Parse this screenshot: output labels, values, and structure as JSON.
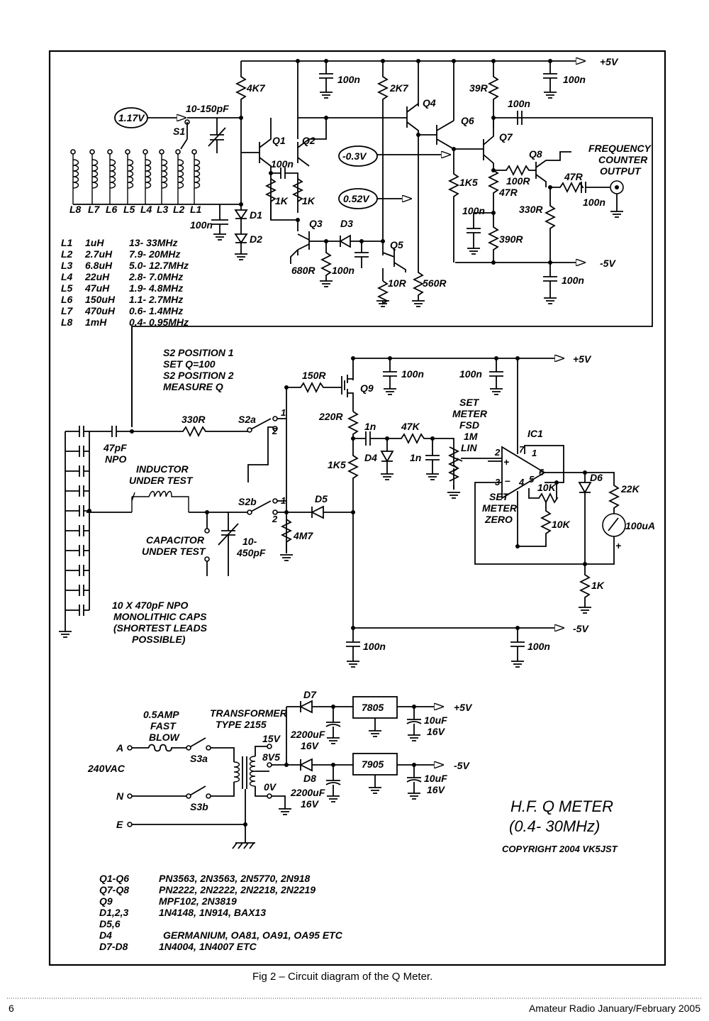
{
  "rails": {
    "p5v_top": "+5V",
    "m5v_top": "-5V",
    "p5v_mid": "+5V",
    "m5v_mid": "-5V",
    "p5v_psu": "+5V",
    "m5v_psu": "-5V"
  },
  "test_points": {
    "tp1": "1.17V",
    "tp2": "-0.3V",
    "tp3": "0.52V"
  },
  "components_top": {
    "r_4k7": "4K7",
    "c_10_150": "10-150pF",
    "s1": "S1",
    "q1": "Q1",
    "q2": "Q2",
    "c_100n_a": "100n",
    "c_100n_b": "100n",
    "c_100n_c": "100n",
    "r_1k_a": "1K",
    "r_1k_b": "1K",
    "d1": "D1",
    "d2": "D2",
    "q3": "Q3",
    "d3": "D3",
    "r_680": "680R",
    "c_100n_d": "100n",
    "r_2k7": "2K7",
    "q4": "Q4",
    "q5": "Q5",
    "r_10": "10R",
    "r_560": "560R",
    "r_39": "39R",
    "q6": "Q6",
    "q7": "Q7",
    "c_100n_e": "100n",
    "r_1k5": "1K5",
    "c_100n_f": "100n",
    "r_47": "47R",
    "r_390": "390R",
    "r_100": "100R",
    "q8": "Q8",
    "r_330": "330R",
    "r_47b": "47R",
    "c_100n_g": "100n",
    "c_100n_h": "100n",
    "c_100n_i": "100n",
    "freq_out_1": "FREQUENCY",
    "freq_out_2": "COUNTER",
    "freq_out_3": "OUTPUT",
    "coils": [
      "L8",
      "L7",
      "L6",
      "L5",
      "L4",
      "L3",
      "L2",
      "L1"
    ]
  },
  "coil_table": [
    {
      "ref": "L1",
      "value": "1uH",
      "range": "13- 33MHz"
    },
    {
      "ref": "L2",
      "value": "2.7uH",
      "range": "7.9- 20MHz"
    },
    {
      "ref": "L3",
      "value": "6.8uH",
      "range": "5.0- 12.7MHz"
    },
    {
      "ref": "L4",
      "value": "22uH",
      "range": "2.8- 7.0MHz"
    },
    {
      "ref": "L5",
      "value": "47uH",
      "range": "1.9- 4.8MHz"
    },
    {
      "ref": "L6",
      "value": "150uH",
      "range": "1.1- 2.7MHz"
    },
    {
      "ref": "L7",
      "value": "470uH",
      "range": "0.6- 1.4MHz"
    },
    {
      "ref": "L8",
      "value": "1mH",
      "range": "0.4- 0.95MHz"
    }
  ],
  "components_mid": {
    "s2_note": [
      "S2 POSITION 1",
      "SET Q=100",
      "S2 POSITION 2",
      "MEASURE Q"
    ],
    "r_150": "150R",
    "q9": "Q9",
    "c_100n_j": "100n",
    "c_100n_k": "100n",
    "r_220": "220R",
    "c_1n_a": "1n",
    "r_47k": "47K",
    "fsd_note": [
      "SET",
      "METER",
      "FSD",
      "1M",
      "LIN"
    ],
    "d4": "D4",
    "c_1n_b": "1n",
    "r_1k5b": "1K5",
    "ic1": "IC1",
    "pin1": "1",
    "pin2": "2",
    "pin3": "3",
    "pin4": "4",
    "pin5": "5",
    "pin6": "6",
    "pin7": "7",
    "zero_note": [
      "SET",
      "METER",
      "ZERO"
    ],
    "r_10k_a": "10K",
    "r_10k_b": "10K",
    "d6": "D6",
    "r_22k": "22K",
    "meter": "100uA",
    "meter_plus": "+",
    "r_1k": "1K",
    "c_47p": "47pF",
    "c_47p_b": "NPO",
    "r_330b": "330R",
    "s2a": "S2a",
    "s2b": "S2b",
    "pos1a": "1",
    "pos2a": "2",
    "pos1b": "1",
    "pos2b": "2",
    "d5": "D5",
    "r_4m7": "4M7",
    "iut_1": "INDUCTOR",
    "iut_2": "UNDER TEST",
    "cut_1": "CAPACITOR",
    "cut_2": "UNDER TEST",
    "c_10_450_a": "10-",
    "c_10_450_b": "450pF",
    "caps_note": [
      "10 X 470pF NPO",
      "MONOLITHIC CAPS",
      "(SHORTEST LEADS",
      "POSSIBLE)"
    ],
    "c_100n_l": "100n",
    "c_100n_m": "100n"
  },
  "psu": {
    "fuse_1": "0.5AMP",
    "fuse_2": "FAST",
    "fuse_3": "BLOW",
    "xfmr_1": "TRANSFORMER",
    "xfmr_2": "TYPE 2155",
    "a": "A",
    "n": "N",
    "e": "E",
    "mains": "240VAC",
    "s3a": "S3a",
    "s3b": "S3b",
    "tap_15": "15V",
    "tap_8v5": "8V5",
    "tap_0": "0V",
    "d7": "D7",
    "d8": "D8",
    "reg1": "7805",
    "reg2": "7905",
    "c_2200_a": "2200uF",
    "c_2200_a2": "16V",
    "c_2200_b": "2200uF",
    "c_2200_b2": "16V",
    "c_10u_a": "10uF",
    "c_10u_a2": "16V",
    "c_10u_b": "10uF",
    "c_10u_b2": "16V"
  },
  "title": {
    "line1": "H.F. Q METER",
    "line2": "(0.4- 30MHz)",
    "copyright": "COPYRIGHT 2004 VK5JST"
  },
  "parts_list": [
    {
      "ref": "Q1-Q6",
      "parts": "PN3563, 2N3563, 2N5770, 2N918"
    },
    {
      "ref": "Q7-Q8",
      "parts": "PN2222, 2N2222, 2N2218, 2N2219"
    },
    {
      "ref": "Q9",
      "parts": "MPF102, 2N3819"
    },
    {
      "ref": "D1,2,3",
      "parts": "1N4148, 1N914, BAX13"
    },
    {
      "ref": "D5,6",
      "parts": ""
    },
    {
      "ref": "D4",
      "parts": "GERMANIUM, OA81, OA91, OA95 ETC"
    },
    {
      "ref": "D7-D8",
      "parts": "1N4004, 1N4007 ETC"
    }
  ],
  "caption": "Fig 2 – Circuit diagram of the Q Meter.",
  "footer": {
    "page": "6",
    "journal": "Amateur Radio January/February 2005"
  }
}
